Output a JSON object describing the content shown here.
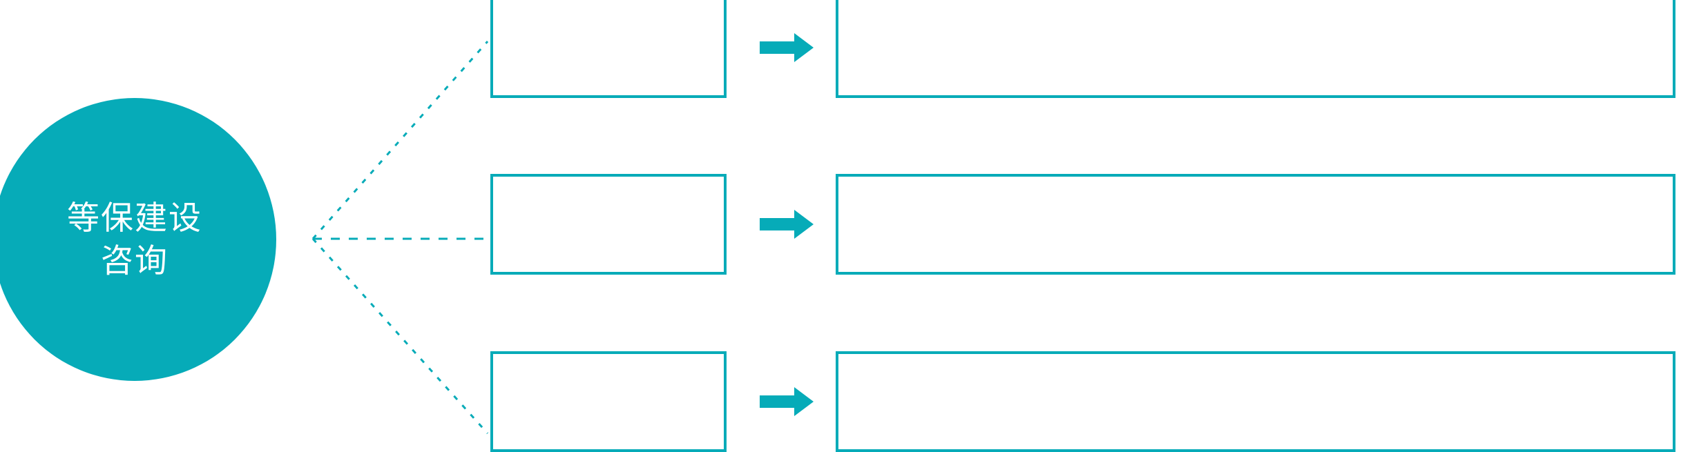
{
  "diagram": {
    "type": "hub-and-spoke-process",
    "accent_color": "#06abb8",
    "background_color": "#ffffff",
    "connector_style": "dotted",
    "hub": {
      "shape": "circle",
      "label_line_1": "等保建设",
      "label_line_2": "咨询",
      "text_color": "#ffffff",
      "fill_color": "#06abb8"
    },
    "arrow_icon_name": "right-arrow-icon",
    "rows": [
      {
        "id": "row-1",
        "stage_label": "",
        "detail_label": "",
        "arrow_label": ""
      },
      {
        "id": "row-2",
        "stage_label": "",
        "detail_label": "",
        "arrow_label": ""
      },
      {
        "id": "row-3",
        "stage_label": "",
        "detail_label": "",
        "arrow_label": ""
      }
    ]
  }
}
